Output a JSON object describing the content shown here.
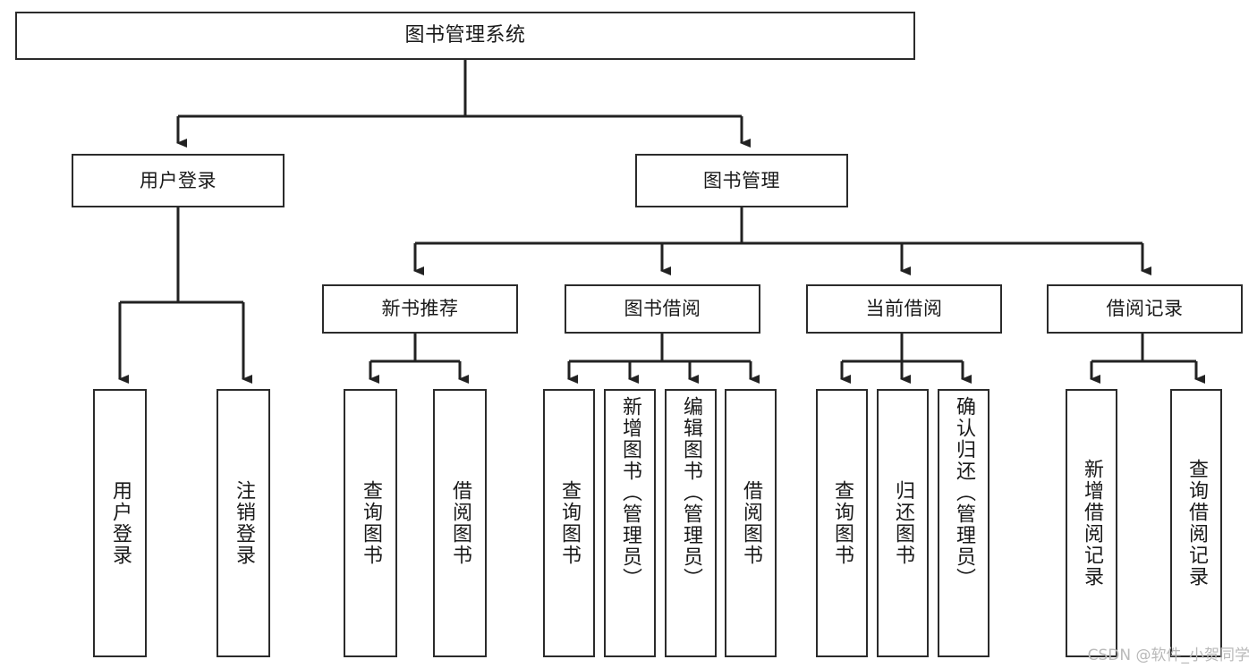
{
  "diagram": {
    "title": "图书管理系统",
    "type": "tree",
    "watermark": "CSDN @软件_小贺同学",
    "colors": {
      "box_border": "#2b2b2b",
      "box_fill": "#ffffff",
      "connector": "#222222",
      "text": "#1a1a1a",
      "watermark": "#b9b9b9",
      "background": "#ffffff"
    },
    "root": {
      "id": "root",
      "label": "图书管理系统"
    },
    "level2": [
      {
        "id": "user-login",
        "label": "用户登录"
      },
      {
        "id": "book-manage",
        "label": "图书管理"
      }
    ],
    "level3": [
      {
        "id": "new-book-rec",
        "label": "新书推荐",
        "parent": "book-manage"
      },
      {
        "id": "book-borrow",
        "label": "图书借阅",
        "parent": "book-manage"
      },
      {
        "id": "current-borrow",
        "label": "当前借阅",
        "parent": "book-manage"
      },
      {
        "id": "borrow-record",
        "label": "借阅记录",
        "parent": "book-manage"
      }
    ],
    "leaves": [
      {
        "id": "leaf-user-login",
        "label": "用户登录",
        "parent": "user-login"
      },
      {
        "id": "leaf-user-logout",
        "label": "注销登录",
        "parent": "user-login"
      },
      {
        "id": "leaf-rec-query-book",
        "label": "查询图书",
        "parent": "new-book-rec"
      },
      {
        "id": "leaf-rec-borrow-book",
        "label": "借阅图书",
        "parent": "new-book-rec"
      },
      {
        "id": "leaf-bb-query-book",
        "label": "查询图书",
        "parent": "book-borrow"
      },
      {
        "id": "leaf-bb-add-book",
        "label": "新增图书（管理员）",
        "parent": "book-borrow"
      },
      {
        "id": "leaf-bb-edit-book",
        "label": "编辑图书（管理员）",
        "parent": "book-borrow"
      },
      {
        "id": "leaf-bb-borrow-book",
        "label": "借阅图书",
        "parent": "book-borrow"
      },
      {
        "id": "leaf-cb-query-book",
        "label": "查询图书",
        "parent": "current-borrow"
      },
      {
        "id": "leaf-cb-return-book",
        "label": "归还图书",
        "parent": "current-borrow"
      },
      {
        "id": "leaf-cb-confirm-return",
        "label": "确认归还（管理员）",
        "parent": "current-borrow"
      },
      {
        "id": "leaf-br-add-record",
        "label": "新增借阅记录",
        "parent": "borrow-record"
      },
      {
        "id": "leaf-br-query-record",
        "label": "查询借阅记录",
        "parent": "borrow-record"
      }
    ]
  }
}
